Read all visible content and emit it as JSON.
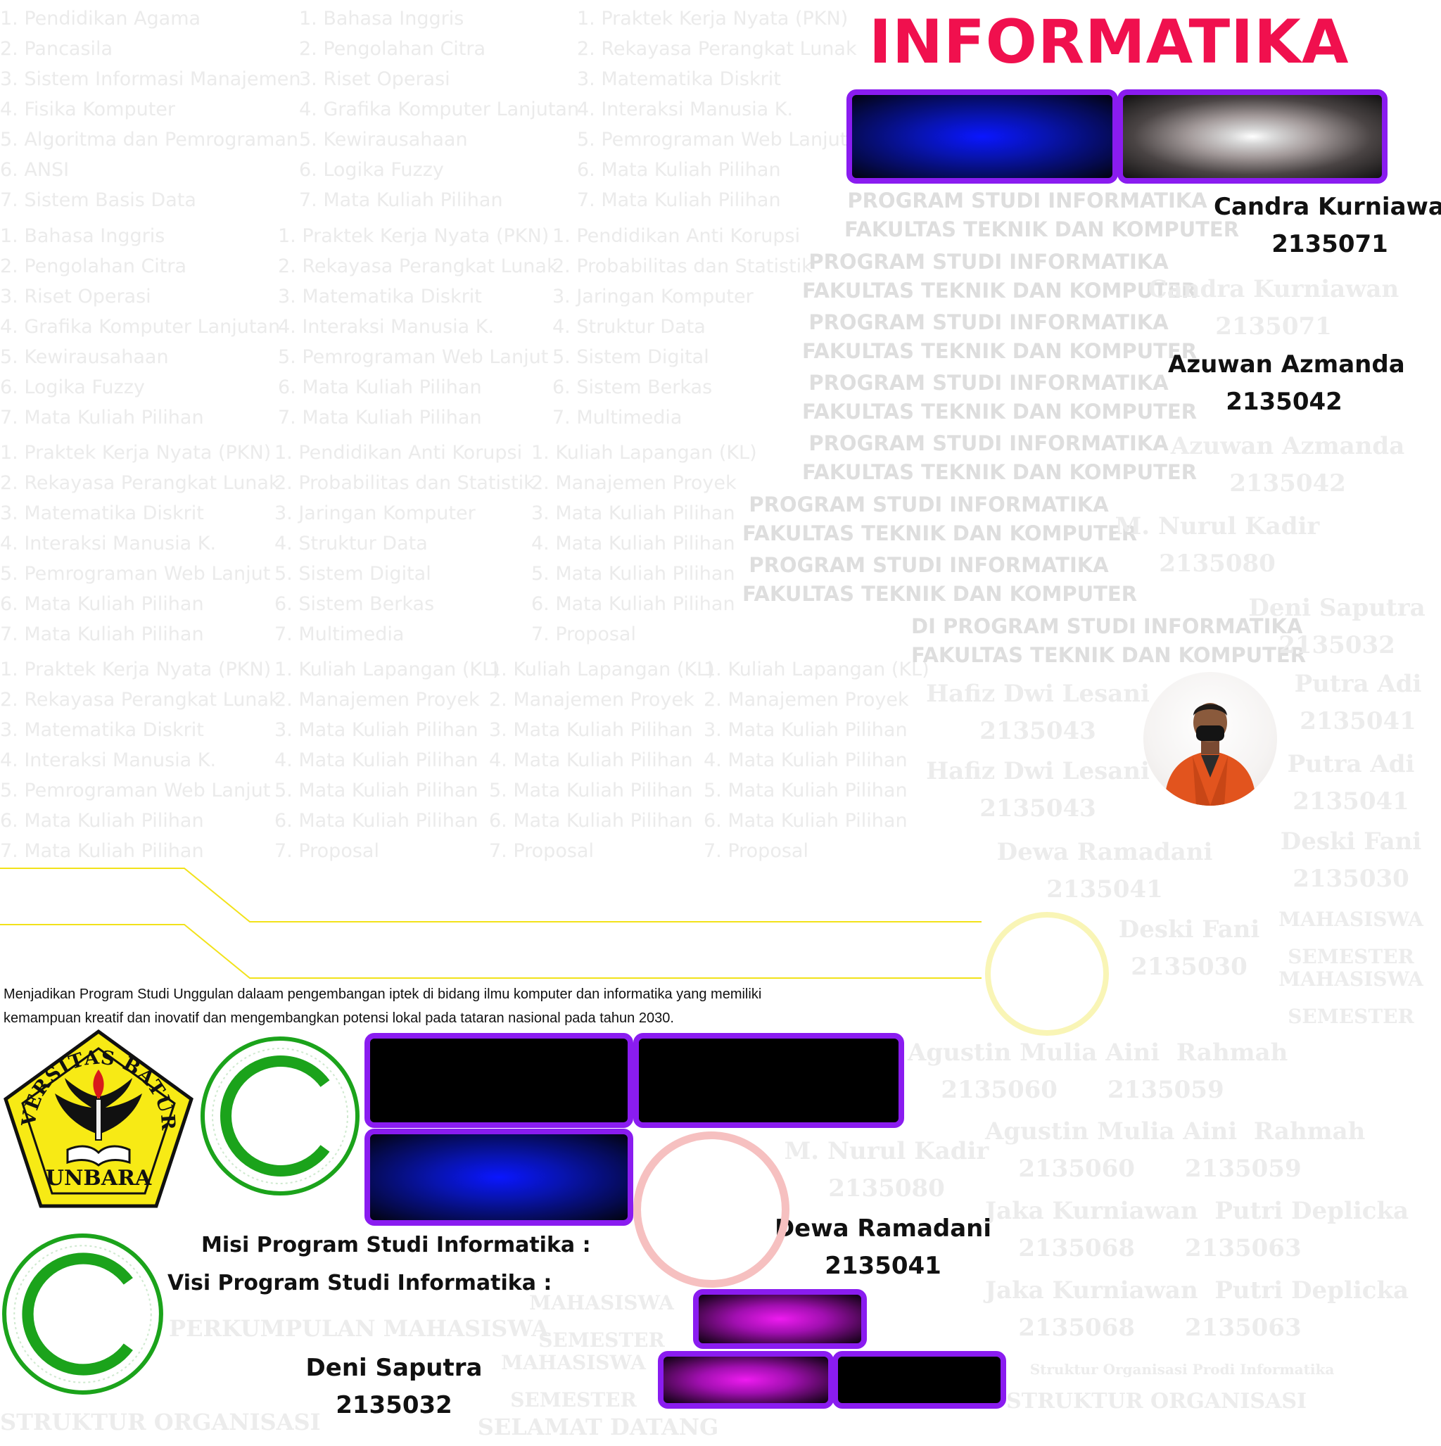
{
  "header": {
    "title": "INFORMATIKA"
  },
  "prodi": {
    "line1": "PROGRAM STUDI INFORMATIKA",
    "line2": "FAKULTAS TEKNIK DAN KOMPUTER",
    "di_line1": "DI PROGRAM STUDI INFORMATIKA",
    "di_line2": "FAKULTAS TEKNIK DAN KOMPUTER"
  },
  "members": {
    "candra": {
      "name": "Candra Kurniawan",
      "nim": "2135071"
    },
    "azuwan": {
      "name": "Azuwan Azmanda",
      "nim": "2135042"
    },
    "dewa": {
      "name": "Dewa Ramadani",
      "nim": "2135041"
    },
    "deni": {
      "name": "Deni Saputra",
      "nim": "2135032"
    }
  },
  "ghost_lists": {
    "col1_a": [
      "1. Pendidikan Agama",
      "2. Pancasila",
      "3. Sistem Informasi Manajemen",
      "4. Fisika Komputer",
      "5. Algoritma dan Pemrograman",
      "6. ANSI",
      "7. Sistem Basis Data"
    ],
    "col2_a": [
      "1. Bahasa Inggris",
      "2. Pengolahan Citra",
      "3. Riset Operasi",
      "4. Grafika Komputer Lanjutan",
      "5. Kewirausahaan",
      "6. Logika Fuzzy",
      "7. Mata Kuliah Pilihan"
    ],
    "col3_a": [
      "1. Praktek Kerja Nyata (PKN)",
      "2. Rekayasa Perangkat Lunak",
      "3. Matematika Diskrit",
      "4. Interaksi Manusia K.",
      "5. Pemrograman Web Lanjut",
      "6. Mata Kuliah Pilihan",
      "7. Mata Kuliah Pilihan"
    ],
    "col1_b": [
      "1. Bahasa Inggris",
      "2. Pengolahan Citra",
      "3. Riset Operasi",
      "4. Grafika Komputer Lanjutan",
      "5. Kewirausahaan",
      "6. Logika Fuzzy",
      "7. Mata Kuliah Pilihan"
    ],
    "col2_b": [
      "1. Praktek Kerja Nyata (PKN)",
      "2. Rekayasa Perangkat Lunak",
      "3. Matematika Diskrit",
      "4. Interaksi Manusia K.",
      "5. Pemrograman Web Lanjut",
      "6. Mata Kuliah Pilihan",
      "7. Mata Kuliah Pilihan"
    ],
    "col3_b": [
      "1. Pendidikan Anti Korupsi",
      "2. Probabilitas dan Statistik",
      "3. Jaringan Komputer",
      "4. Struktur Data",
      "5. Sistem Digital",
      "6. Sistem Berkas",
      "7. Multimedia"
    ],
    "col1_c": [
      "1. Praktek Kerja Nyata (PKN)",
      "2. Rekayasa Perangkat Lunak",
      "3. Matematika Diskrit",
      "4. Interaksi Manusia K.",
      "5. Pemrograman Web Lanjut",
      "6. Mata Kuliah Pilihan",
      "7. Mata Kuliah Pilihan"
    ],
    "col2_c": [
      "1. Pendidikan Anti Korupsi",
      "2. Probabilitas dan Statistik",
      "3. Jaringan Komputer",
      "4. Struktur Data",
      "5. Sistem Digital",
      "6. Sistem Berkas",
      "7. Multimedia"
    ],
    "col3_c": [
      "1. Kuliah Lapangan (KL)",
      "2. Manajemen Proyek",
      "3. Mata Kuliah Pilihan",
      "4. Mata Kuliah Pilihan",
      "5. Mata Kuliah Pilihan",
      "6. Mata Kuliah Pilihan",
      "7. Proposal"
    ],
    "col1_d": [
      "1. Praktek Kerja Nyata (PKN)",
      "2. Rekayasa Perangkat Lunak",
      "3. Matematika Diskrit",
      "4. Interaksi Manusia K.",
      "5. Pemrograman Web Lanjut",
      "6. Mata Kuliah Pilihan",
      "7. Mata Kuliah Pilihan"
    ],
    "col2_d": [
      "1. Kuliah Lapangan (KL)",
      "2. Manajemen Proyek",
      "3. Mata Kuliah Pilihan",
      "4. Mata Kuliah Pilihan",
      "5. Mata Kuliah Pilihan",
      "6. Mata Kuliah Pilihan",
      "7. Proposal"
    ],
    "col3_d": [
      "1. Kuliah Lapangan (KL)",
      "2. Manajemen Proyek",
      "3. Mata Kuliah Pilihan",
      "4. Mata Kuliah Pilihan",
      "5. Mata Kuliah Pilihan",
      "6. Mata Kuliah Pilihan",
      "7. Proposal"
    ],
    "col4_d": [
      "1. Kuliah Lapangan (KL)",
      "2. Manajemen Proyek",
      "3. Mata Kuliah Pilihan",
      "4. Mata Kuliah Pilihan",
      "5. Mata Kuliah Pilihan",
      "6. Mata Kuliah Pilihan",
      "7. Proposal"
    ]
  },
  "ghost_names": {
    "n1": "Candra Kurniawan",
    "n1_id": "2135071",
    "n2": "Azuwan Azmanda",
    "n2_id": "2135042",
    "n3": "M. Nurul Kadir",
    "n3_id": "2135080",
    "n4": "Deni Saputra",
    "n4_id": "2135032",
    "n5": "Putra Adi",
    "n5_id": "2135041",
    "n6": "Putra Adi",
    "n6_id": "2135041",
    "n7": "Hafiz Dwi Lesani",
    "n7_id": "2135043",
    "n8": "Hafiz Dwi Lesani",
    "n8_id": "2135043",
    "n9": "Dewa Ramadani",
    "n9_id": "2135041",
    "n10": "Deski Fani",
    "n10_id": "2135030",
    "n11": "Deski Fani",
    "n11_id": "2135030",
    "n12": "MAHASISWA",
    "n12_sub": "SEMESTER",
    "n13": "MAHASISWA",
    "n13_sub": "SEMESTER",
    "n14": "M. Nurul Kadir",
    "n14_id": "2135080",
    "pair1_a": "Agustin Mulia Aini",
    "pair1_b": "Rahmah",
    "pair1_ida": "2135060",
    "pair1_idb": "2135059",
    "pair2_a": "Agustin Mulia Aini",
    "pair2_b": "Rahmah",
    "pair2_ida": "2135060",
    "pair2_idb": "2135059",
    "pair3_a": "Jaka Kurniawan",
    "pair3_b": "Putri Deplicka",
    "pair3_ida": "2135068",
    "pair3_idb": "2135063",
    "pair4_a": "Jaka Kurniawan",
    "pair4_b": "Putri Deplicka",
    "pair4_ida": "2135068",
    "pair4_idb": "2135063",
    "bottom_1": "MAHASISWA",
    "bottom_1b": "SEMESTER",
    "bottom_2": "MAHASISWA",
    "bottom_2b": "SEMESTER",
    "bottom_3": "PERKUMPULAN MAHASISWA",
    "bottom_4": "STRUKTUR ORGANISASI",
    "bottom_5": "SELAMAT DATANG",
    "bottom_6": "Struktur Organisasi Prodi Informatika",
    "bottom_7": "STRUKTUR ORGANISASI"
  },
  "vision": {
    "text_line1": "Menjadikan Program Studi Unggulan dalaam pengembangan iptek di bidang ilmu komputer dan informatika yang memiliki",
    "text_line2": "kemampuan kreatif dan inovatif dan mengembangkan potensi lokal pada tataran nasional pada tahun 2030.",
    "misi_heading": "Misi Program Studi Informatika :",
    "visi_heading": "Visi Program Studi Informatika :"
  },
  "logo": {
    "top_text": "UNIVERSITAS BATURAJA",
    "abbr": "UNBARA"
  },
  "colors": {
    "title": "#f0104e",
    "panel_border": "#8a1cf0",
    "loader_green": "#1ba31b",
    "circuit_yellow": "#f2e21a",
    "ring_pink": "#f6c0c0",
    "ring_yellow": "#f9f5b6"
  },
  "icons": [
    "loading-ring-icon",
    "university-logo",
    "profile-photo",
    "torch-icon",
    "book-icon"
  ]
}
